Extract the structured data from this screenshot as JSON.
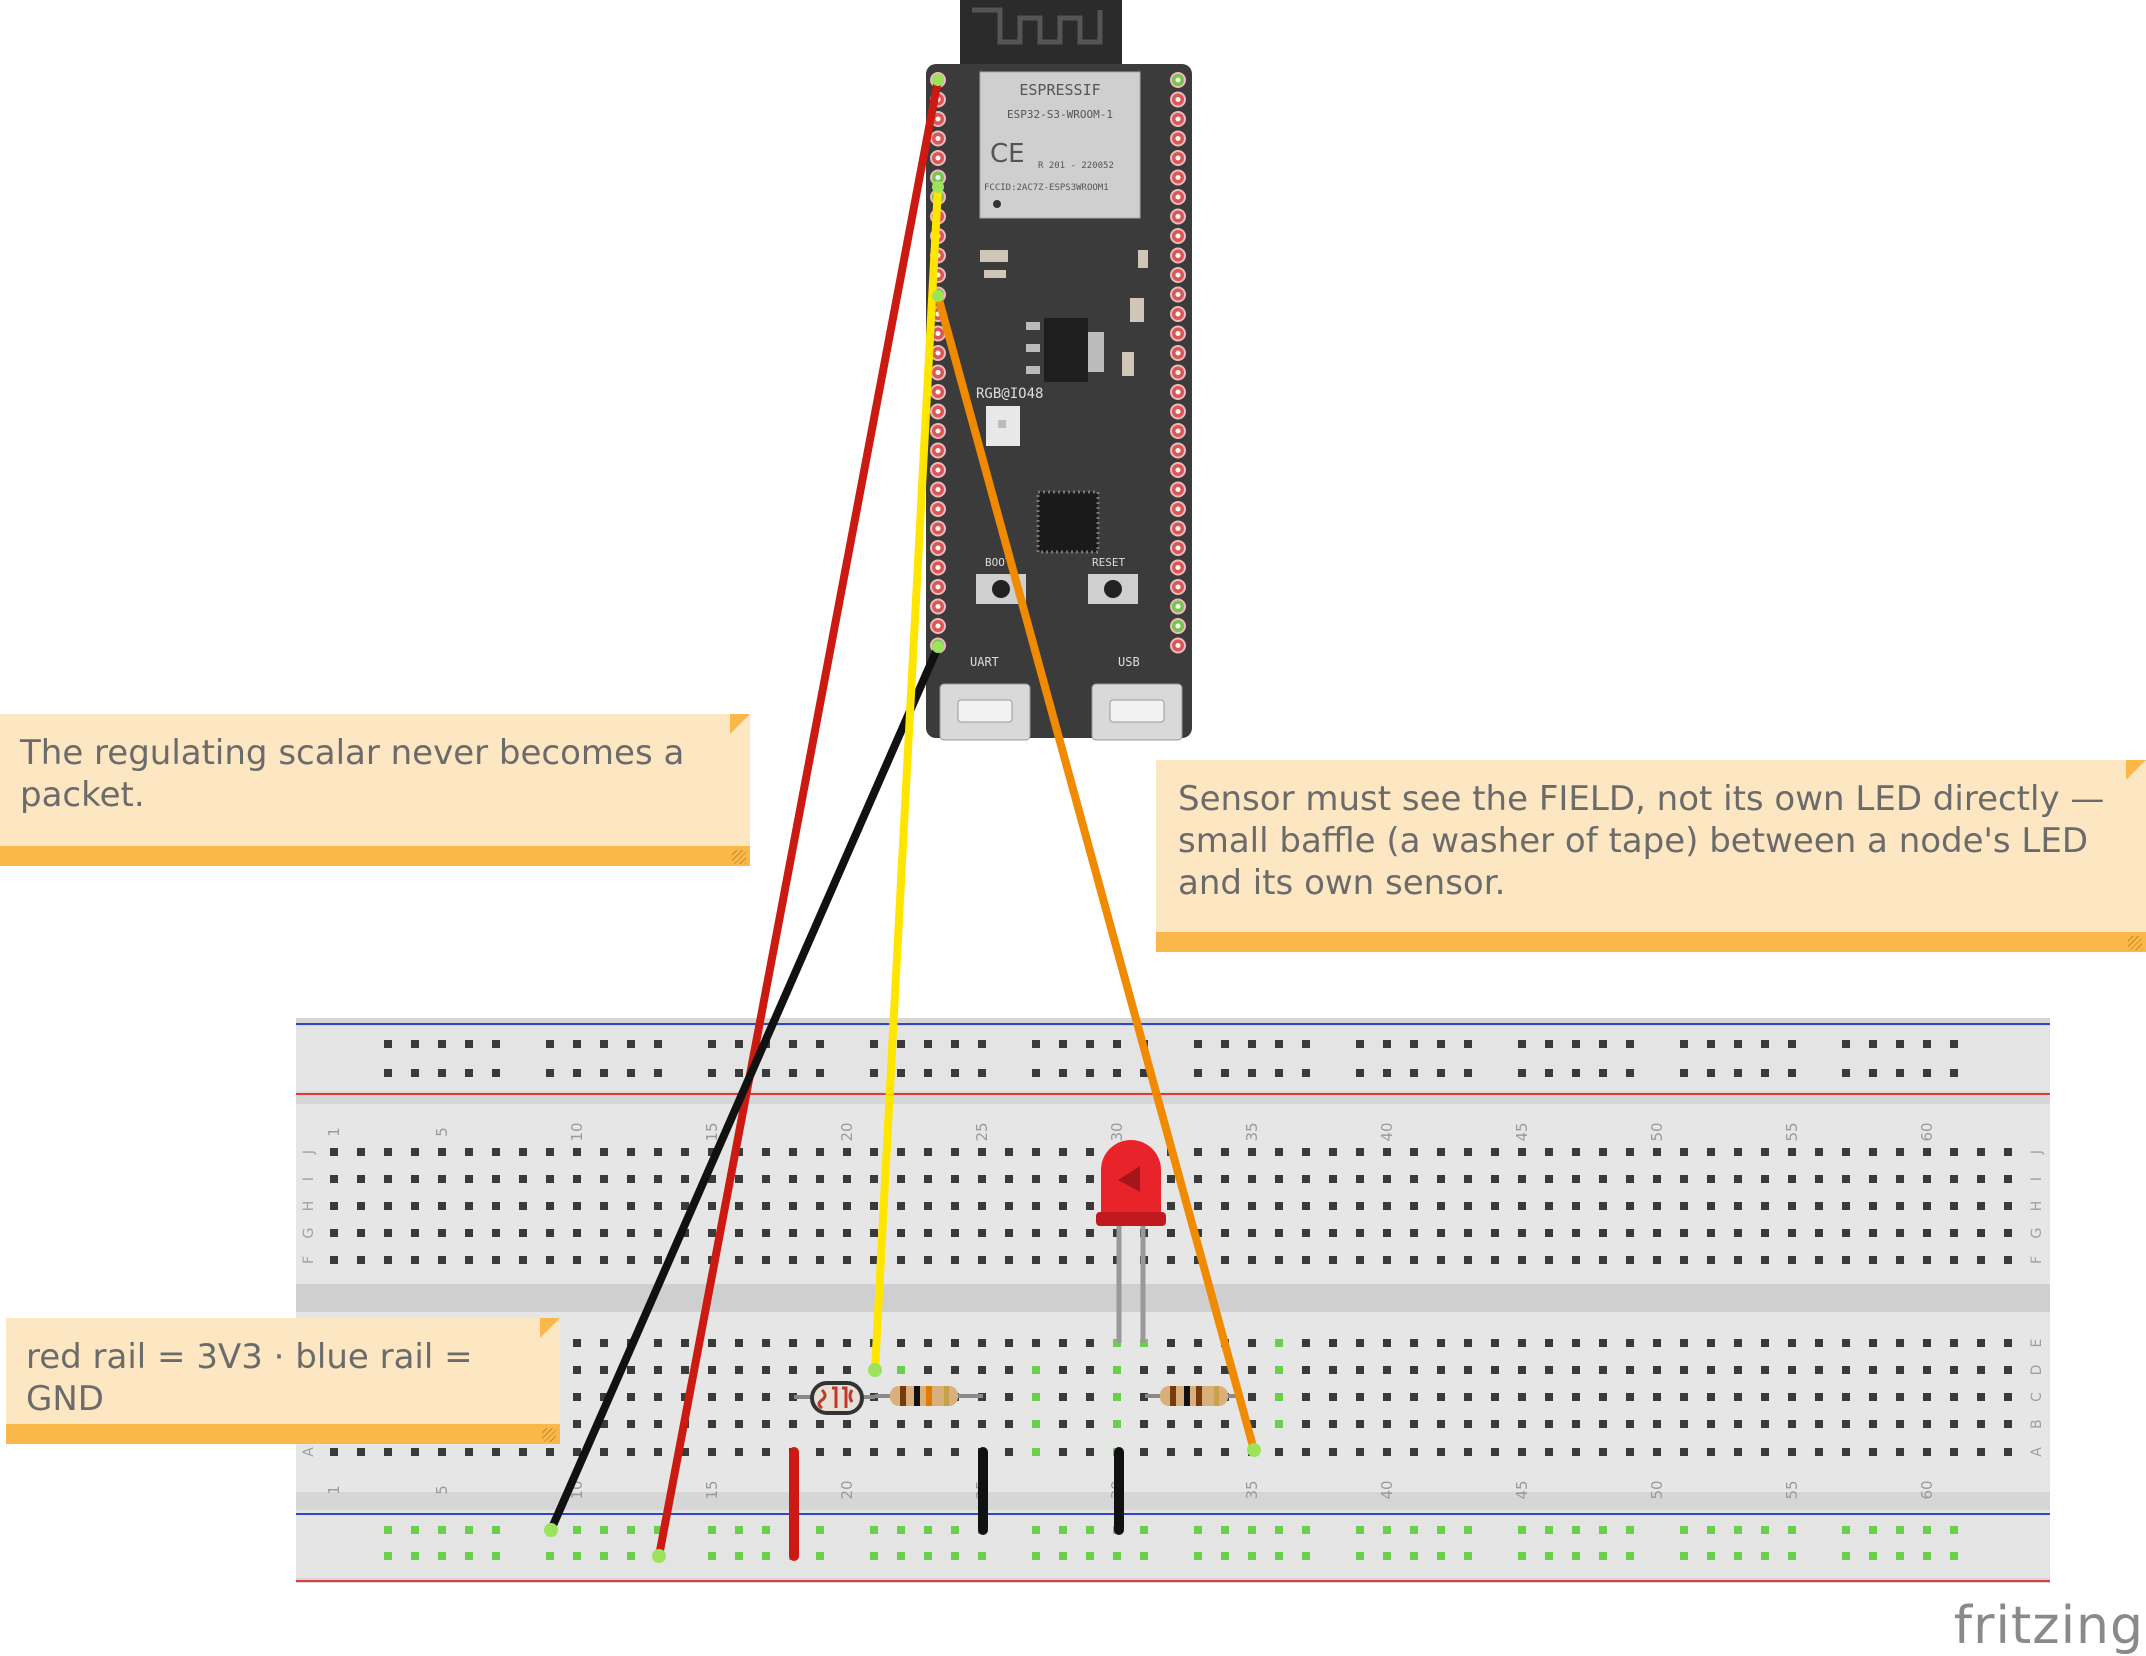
{
  "notes": {
    "scalar": "The regulating scalar never becomes a packet.",
    "sensor": "Sensor must see the FIELD, not its own LED directly — small baffle (a washer of tape) between a node's LED and its own sensor.",
    "rails": "red rail = 3V3 · blue rail = GND"
  },
  "board": {
    "brand": "ESPRESSIF",
    "module": "ESP32-S3-WROOM-1",
    "cert": "R 201 - 220052",
    "fcc": "FCCID:2AC7Z-ESPS3WROOM1",
    "rgb_label": "RGB@IO48",
    "boot_label": "BOOT",
    "reset_label": "RESET",
    "uart_label": "UART",
    "usb_label": "USB",
    "ce_mark": "CE"
  },
  "breadboard": {
    "column_labels": [
      "1",
      "5",
      "10",
      "15",
      "20",
      "25",
      "30",
      "35",
      "40",
      "45",
      "50",
      "55",
      "60"
    ],
    "row_labels_top": [
      "J",
      "I",
      "H",
      "G",
      "F"
    ],
    "row_labels_bottom": [
      "E",
      "D",
      "C",
      "B",
      "A"
    ]
  },
  "logo": "fritzing",
  "colors": {
    "wire_red": "#cc1a12",
    "wire_black": "#111111",
    "wire_yellow": "#ffe500",
    "wire_orange": "#f08a00",
    "rail_red": "#e23b3b",
    "rail_blue": "#3344cc",
    "note_bg": "#fde7c3",
    "note_bar": "#fbb84a",
    "board_body": "#3b3b3b",
    "led": "#e8232a"
  }
}
